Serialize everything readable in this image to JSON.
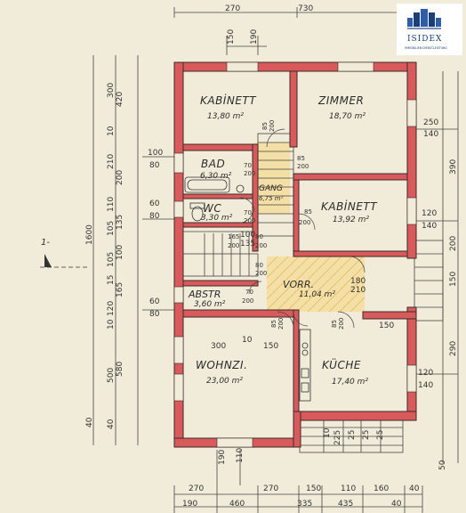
{
  "logo": {
    "brand": "ISIDEX",
    "tagline": "IMMOBILIEN·DIENSTLEISTUNG"
  },
  "rooms": {
    "kabinett1": {
      "name": "KABİNETT",
      "area": "13,80 m²"
    },
    "zimmer": {
      "name": "ZIMMER",
      "area": "18,70 m²"
    },
    "bad": {
      "name": "BAD",
      "area": "6,30 m²"
    },
    "wc": {
      "name": "WC",
      "area": "3,30 m²"
    },
    "gang": {
      "name": "GANG",
      "area": "6,75 m²"
    },
    "kabinett2": {
      "name": "KABİNETT",
      "area": "13,92 m²"
    },
    "abstr": {
      "name": "ABSTR",
      "area": "3,60 m²"
    },
    "vorr": {
      "name": "VORR.",
      "area": "11,04 m²"
    },
    "wohnz": {
      "name": "WOHNZI.",
      "area": "23,00 m²"
    },
    "kueche": {
      "name": "KÜCHE",
      "area": "17,40 m²"
    }
  },
  "dimensions": {
    "top": [
      "270",
      "730",
      "150",
      "190"
    ],
    "bottom_row1": [
      "270",
      "270",
      "150",
      "110",
      "160",
      "40"
    ],
    "bottom_row2": [
      "190",
      "460",
      "335",
      "435",
      "40"
    ],
    "bottom_extra": [
      "190",
      "110"
    ],
    "left_outer": [
      "1600",
      "40"
    ],
    "left_mid": [
      "300",
      "420",
      "10",
      "210",
      "200",
      "110",
      "105",
      "135",
      "105",
      "100",
      "15",
      "165",
      "120",
      "10",
      "500",
      "580",
      "40"
    ],
    "left_inner": [
      "100",
      "80",
      "60",
      "80",
      "60",
      "80"
    ],
    "right": [
      "250",
      "140",
      "390",
      "120",
      "140",
      "200",
      "150",
      "290",
      "120",
      "140",
      "50",
      "180",
      "210"
    ],
    "right_edge": [
      "200",
      "250",
      "140",
      "120",
      "140",
      "150",
      "120",
      "140",
      "50"
    ],
    "inner": [
      "300",
      "10",
      "150",
      "150",
      "100",
      "135"
    ],
    "doors": [
      "85",
      "200",
      "85",
      "200",
      "70",
      "200",
      "70",
      "200",
      "165",
      "200",
      "80",
      "200",
      "80",
      "200",
      "85",
      "200",
      "70",
      "200",
      "180",
      "210",
      "85",
      "200",
      "85",
      "200",
      "70",
      "200"
    ],
    "stairs": [
      "10",
      "225",
      "25",
      "25",
      "25"
    ]
  },
  "markers": {
    "section": "1-"
  },
  "colors": {
    "wall": "#d95a5a",
    "wall_stroke": "#3a2a2a",
    "paper": "#f1ecd9",
    "hatch": "#e8c778",
    "brand": "#1d3f78"
  }
}
